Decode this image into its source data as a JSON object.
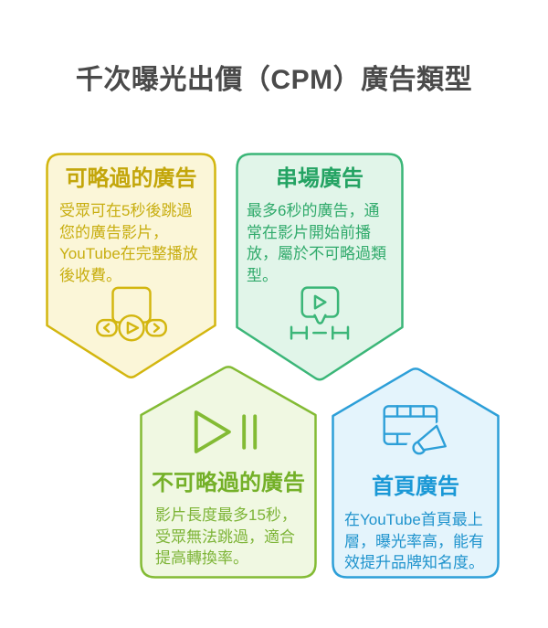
{
  "page": {
    "background_color": "#ffffff",
    "title": "千次曝光出價（CPM）廣告類型",
    "title_color": "#4a4a4a"
  },
  "cards": [
    {
      "name": "skippable-ads",
      "title": "可略過的廣告",
      "body_lines": [
        "受眾可在5秒後跳過",
        "您的廣告影片，",
        "YouTube在完整播放",
        "後收費。"
      ],
      "icon": "skippable-video-player-icon",
      "border_color": "#d3b60f",
      "background_color": "#fbf6d8",
      "title_color": "#c3a60a",
      "body_color": "#c8ae10"
    },
    {
      "name": "bumper-ads",
      "title": "串場廣告",
      "body_lines": [
        "最多6秒的廣告，通",
        "常在影片開始前播",
        "放，屬於不可略過類",
        "型。"
      ],
      "icon": "bumper-video-message-icon",
      "border_color": "#3bb678",
      "background_color": "#e1f5e9",
      "title_color": "#24a363",
      "body_color": "#30aa6b"
    },
    {
      "name": "non-skippable-ads",
      "title": "不可略過的廣告",
      "body_lines": [
        "影片長度最多15秒，",
        "受眾無法跳過，適合",
        "提高轉換率。"
      ],
      "icon": "play-pause-icon",
      "border_color": "#83bb34",
      "background_color": "#f0f8e2",
      "title_color": "#74b028",
      "body_color": "#7db437"
    },
    {
      "name": "masthead-ads",
      "title": "首頁廣告",
      "body_lines": [
        "在YouTube首頁最上",
        "層，曝光率高，能有",
        "效提升品牌知名度。"
      ],
      "icon": "masthead-megaphone-icon",
      "border_color": "#2d9fd8",
      "background_color": "#e4f4fc",
      "title_color": "#1a98d6",
      "body_color": "#1f93cd"
    }
  ]
}
